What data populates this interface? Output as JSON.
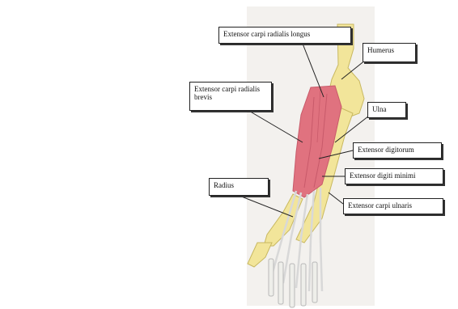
{
  "labels": {
    "ecrl": "Extensor carpi radialis longus",
    "humerus": "Humerus",
    "ecrb_line1": "Extensor carpi radialis",
    "ecrb_line2": "brevis",
    "ulna": "Ulna",
    "ed": "Extensor digitorum",
    "edm": "Extensor digiti minimi",
    "radius": "Radius",
    "ecu": "Extensor carpi ulnaris"
  },
  "colors": {
    "muscle": "#e0727f",
    "muscle_dark": "#c85a6a",
    "bone": "#f2e59a",
    "bone_edge": "#c8b860",
    "tendon": "#e6e6e6",
    "paper": "#f3f1ee"
  }
}
